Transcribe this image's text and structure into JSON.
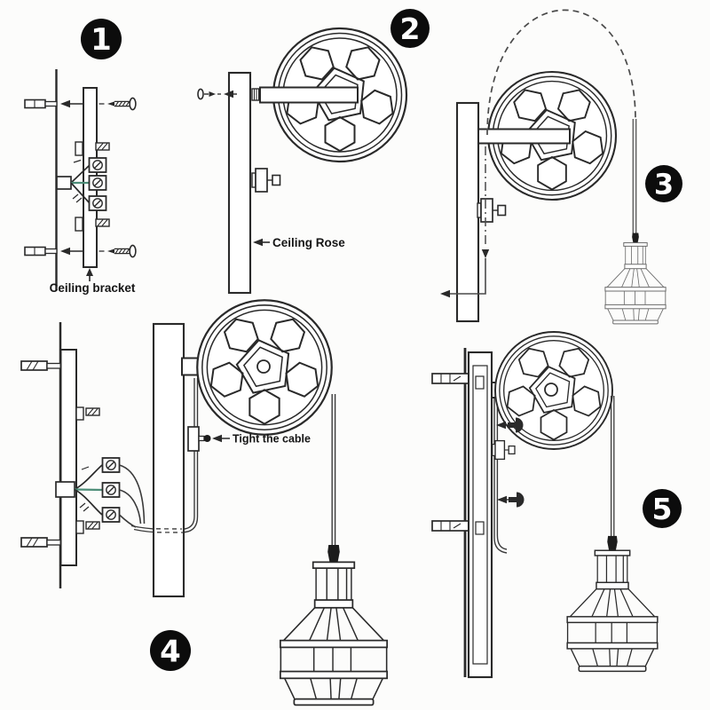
{
  "canvas": {
    "background": "#fcfcfb",
    "ink": "#2a2a2a",
    "sketch_ink": "#6b6b6b",
    "wire_green_color": "#4e8e79",
    "badge_background": "#0c0c0c",
    "badge_text_color": "#ffffff",
    "label_color": "#151515"
  },
  "steps": [
    {
      "number": "1",
      "label": "Ceiling bracket"
    },
    {
      "number": "2",
      "label": "Ceiling Rose"
    },
    {
      "number": "3",
      "label": ""
    },
    {
      "number": "4",
      "label": "Tight the cable"
    },
    {
      "number": "5",
      "label": ""
    }
  ]
}
